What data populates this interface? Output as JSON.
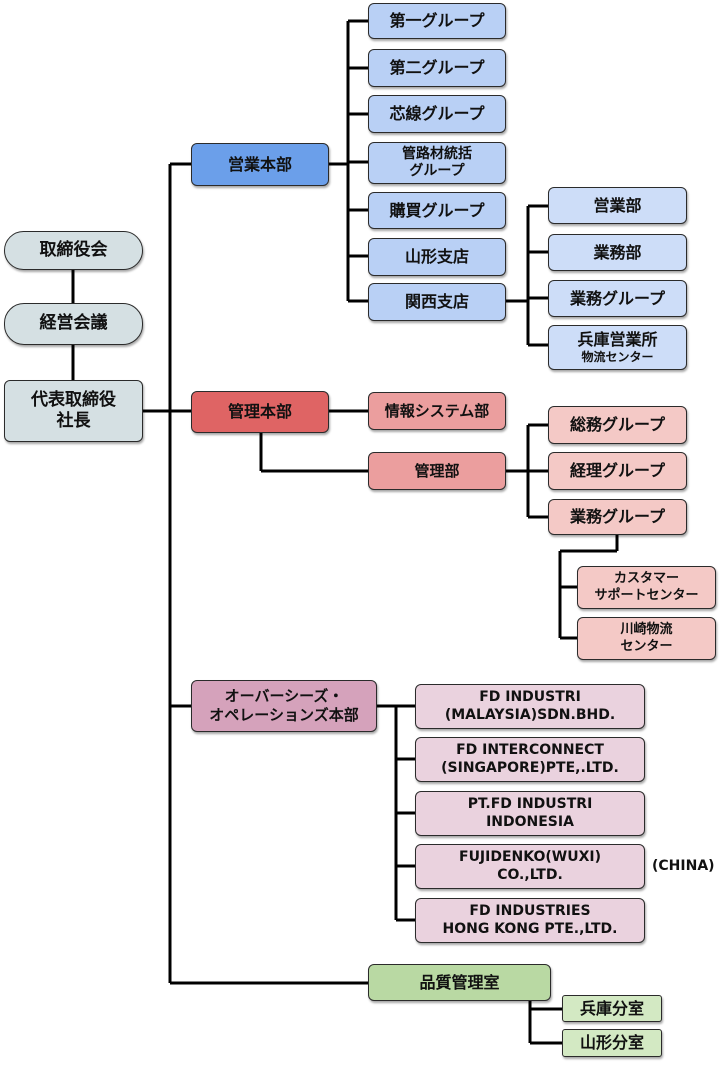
{
  "executive": {
    "board": "取締役会",
    "management_meeting": "経営会議",
    "president_line1": "代表取締役",
    "president_line2": "社長"
  },
  "sales": {
    "hq": "営業本部",
    "group1": "第一グループ",
    "group2": "第二グループ",
    "core_wire_group": "芯線グループ",
    "pipe_material_line1": "管路材統括",
    "pipe_material_line2": "グループ",
    "purchasing_group": "購買グループ",
    "yamagata_branch": "山形支店",
    "kansai_branch": "関西支店",
    "kansai_children": {
      "sales_dept": "営業部",
      "business_dept": "業務部",
      "business_group": "業務グループ",
      "hyogo_line1": "兵庫営業所",
      "hyogo_line2": "物流センター"
    }
  },
  "admin": {
    "hq": "管理本部",
    "it_dept": "情報システム部",
    "admin_dept": "管理部",
    "general_affairs_group": "総務グループ",
    "accounting_group": "経理グループ",
    "business_group": "業務グループ",
    "customer_line1": "カスタマー",
    "customer_line2": "サポートセンター",
    "kawasaki_line1": "川崎物流",
    "kawasaki_line2": "センター"
  },
  "overseas": {
    "hq_line1": "オーバーシーズ・",
    "hq_line2": "オペレーションズ本部",
    "malaysia_line1": "FD INDUSTRI",
    "malaysia_line2": "(MALAYSIA)SDN.BHD.",
    "singapore_line1": "FD INTERCONNECT",
    "singapore_line2": "(SINGAPORE)PTE,.LTD.",
    "indonesia_line1": "PT.FD INDUSTRI",
    "indonesia_line2": "INDONESIA",
    "wuxi_line1": "FUJIDENKO(WUXI)",
    "wuxi_line2": "CO.,LTD.",
    "wuxi_country": "(CHINA)",
    "hongkong_line1": "FD INDUSTRIES",
    "hongkong_line2": "HONG KONG PTE.,LTD."
  },
  "quality": {
    "office": "品質管理室",
    "hyogo": "兵庫分室",
    "yamagata": "山形分室"
  },
  "colors": {
    "sales_hq": "#6b9fea",
    "sales": "#b9d0f5",
    "admin_hq": "#df6464",
    "admin": "#eb9e9e",
    "admin_sub": "#f4c9c6",
    "overseas_hq": "#d5a2bb",
    "overseas": "#ead2de",
    "quality": "#b9d9a3",
    "executive": "#d5e0e3"
  }
}
